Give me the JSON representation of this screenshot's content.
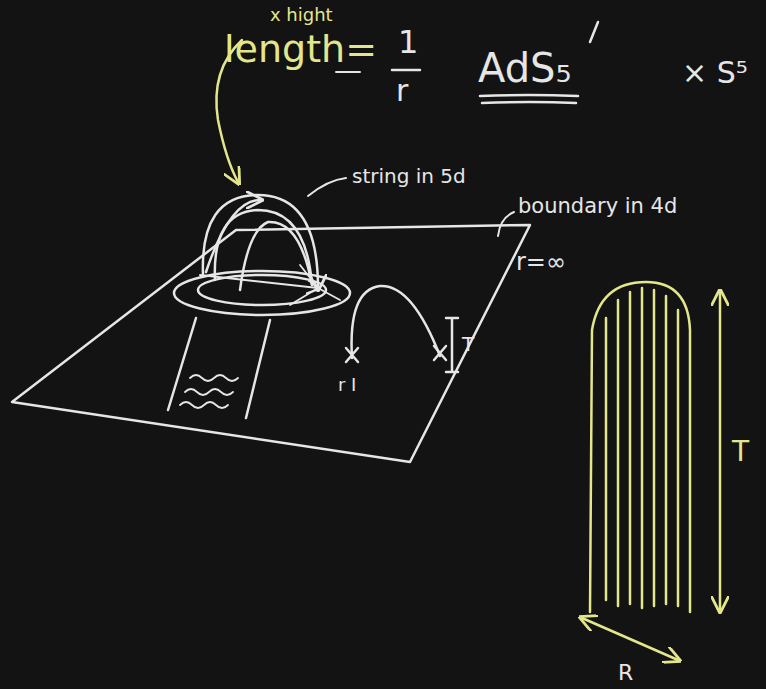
{
  "diagram": {
    "labels": [
      "x hight",
      "length=",
      "1",
      "r",
      "AdS₅",
      "× S⁵",
      "string in 5d",
      "boundary in 4d",
      "r=∞",
      "r I",
      "T",
      "T",
      "R"
    ]
  }
}
